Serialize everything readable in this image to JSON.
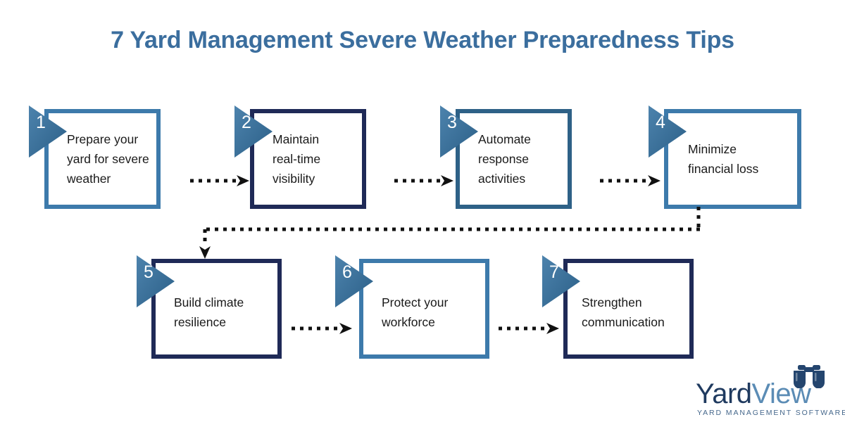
{
  "page": {
    "title": "7 Yard Management Severe Weather Preparedness Tips",
    "title_color": "#3b6e9e",
    "background_color": "#ffffff"
  },
  "steps": [
    {
      "number": "1",
      "text": "Prepare your\nyard for severe\nweather",
      "border_color": "#3d7aab",
      "tone": "tone-light"
    },
    {
      "number": "2",
      "text": "Maintain\nreal-time\nvisibility",
      "border_color": "#1f2a57",
      "tone": "tone-dark"
    },
    {
      "number": "3",
      "text": "Automate\nresponse\nactivities",
      "border_color": "#2e6187",
      "tone": "tone-mid"
    },
    {
      "number": "4",
      "text": "Minimize\nfinancial loss",
      "border_color": "#3d7aab",
      "tone": "tone-light"
    },
    {
      "number": "5",
      "text": "Build climate\nresilience",
      "border_color": "#1f2a57",
      "tone": "tone-dark"
    },
    {
      "number": "6",
      "text": "Protect your\nworkforce",
      "border_color": "#3d7aab",
      "tone": "tone-light"
    },
    {
      "number": "7",
      "text": "Strengthen\ncommunication",
      "border_color": "#1f2a57",
      "tone": "tone-dark"
    }
  ],
  "connectors": {
    "style": "dotted-arrow",
    "color": "#111111",
    "flow": [
      "1 -> 2",
      "2 -> 3",
      "3 -> 4",
      "4 -> 5 (down, left, down)",
      "5 -> 6",
      "6 -> 7"
    ]
  },
  "badge": {
    "icon": "chevron-arrow-badge",
    "fill_start": "#4d83ad",
    "fill_end": "#2b5f87",
    "number_color": "#ffffff"
  },
  "logo": {
    "icon": "binoculars-icon",
    "name_first": "Yard",
    "name_second": "View",
    "tagline": "YARD MANAGEMENT SOFTWARE",
    "color_dark": "#1f3a5f",
    "color_light": "#5b8cb5",
    "tagline_color": "#46688c"
  }
}
